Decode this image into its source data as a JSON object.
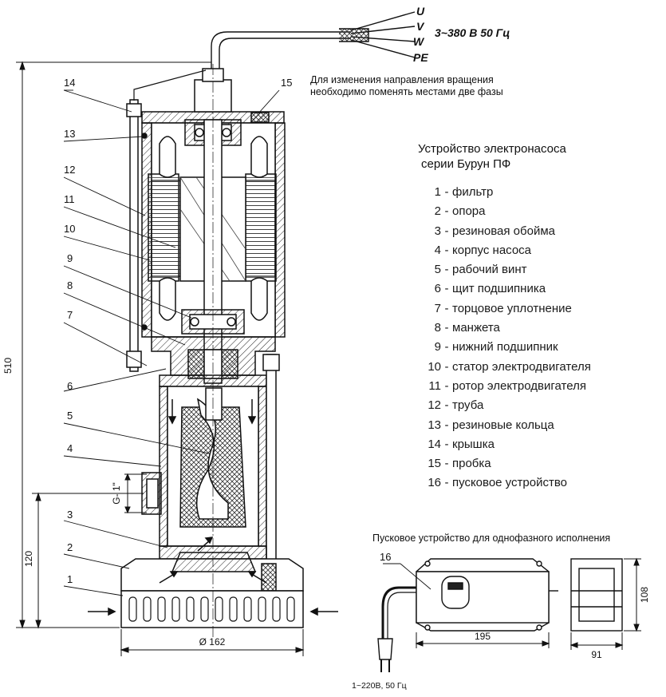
{
  "supply": {
    "phases": [
      "U",
      "V",
      "W",
      "PE"
    ],
    "label": "3~380 В  50 Гц"
  },
  "rotation_note": {
    "line1": "Для изменения направления вращения",
    "line2": "необходимо поменять местами две фазы"
  },
  "legend": {
    "title_line1": "Устройство электронасоса",
    "title_line2": "серии Бурун ПФ",
    "items": [
      {
        "num": "1",
        "name": "фильтр"
      },
      {
        "num": "2",
        "name": "опора"
      },
      {
        "num": "3",
        "name": "резиновая обойма"
      },
      {
        "num": "4",
        "name": "корпус насоса"
      },
      {
        "num": "5",
        "name": "рабочий винт"
      },
      {
        "num": "6",
        "name": "щит подшипника"
      },
      {
        "num": "7",
        "name": "торцовое уплотнение"
      },
      {
        "num": "8",
        "name": "манжета"
      },
      {
        "num": "9",
        "name": "нижний подшипник"
      },
      {
        "num": "10",
        "name": "статор электродвигателя"
      },
      {
        "num": "11",
        "name": "ротор электродвигателя"
      },
      {
        "num": "12",
        "name": "труба"
      },
      {
        "num": "13",
        "name": "резиновые кольца"
      },
      {
        "num": "14",
        "name": "крышка"
      },
      {
        "num": "15",
        "name": "пробка"
      },
      {
        "num": "16",
        "name": "пусковое устройство"
      }
    ]
  },
  "callouts": {
    "c1": "1",
    "c2": "2",
    "c3": "3",
    "c4": "4",
    "c5": "5",
    "c6": "6",
    "c7": "7",
    "c8": "8",
    "c9": "9",
    "c10": "10",
    "c11": "11",
    "c12": "12",
    "c13": "13",
    "c14": "14",
    "c15": "15",
    "c16": "16"
  },
  "dimensions": {
    "total_height": "510",
    "base_height": "120",
    "diameter": "Ø 162",
    "thread": "G- 1\"",
    "starter_width": "195",
    "starter_height": "108",
    "starter_depth": "91"
  },
  "starter": {
    "title": "Пусковое устройство для однофазного исполнения",
    "plug_caption": "1~220В, 50 Гц"
  }
}
